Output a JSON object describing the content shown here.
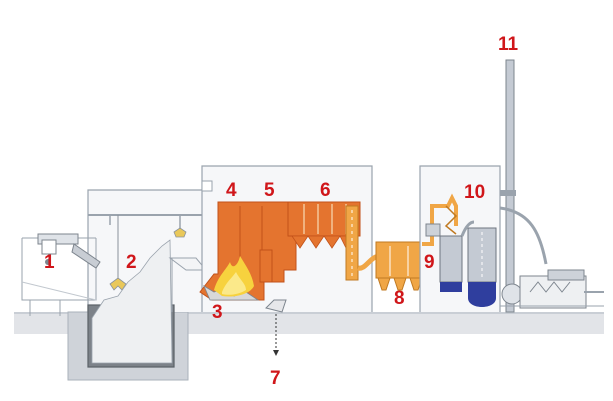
{
  "colors": {
    "background": "#ffffff",
    "ground": "#dcdee2",
    "building_outline": "#9aa3ad",
    "furnace_orange": "#e4742f",
    "fire_yellow": "#f7d23e",
    "filter_orange": "#f0a646",
    "scrubber_blue": "#2f3e9e",
    "scrubber_gray": "#b7bfca",
    "stack_gray": "#c4cad3",
    "label_red": "#d0161a"
  },
  "labels": {
    "n1": "1",
    "n2": "2",
    "n3": "3",
    "n5": "5",
    "n4": "4",
    "n6": "6",
    "n7": "7",
    "n8": "8",
    "n9": "9",
    "n10": "10",
    "n11": "11"
  }
}
